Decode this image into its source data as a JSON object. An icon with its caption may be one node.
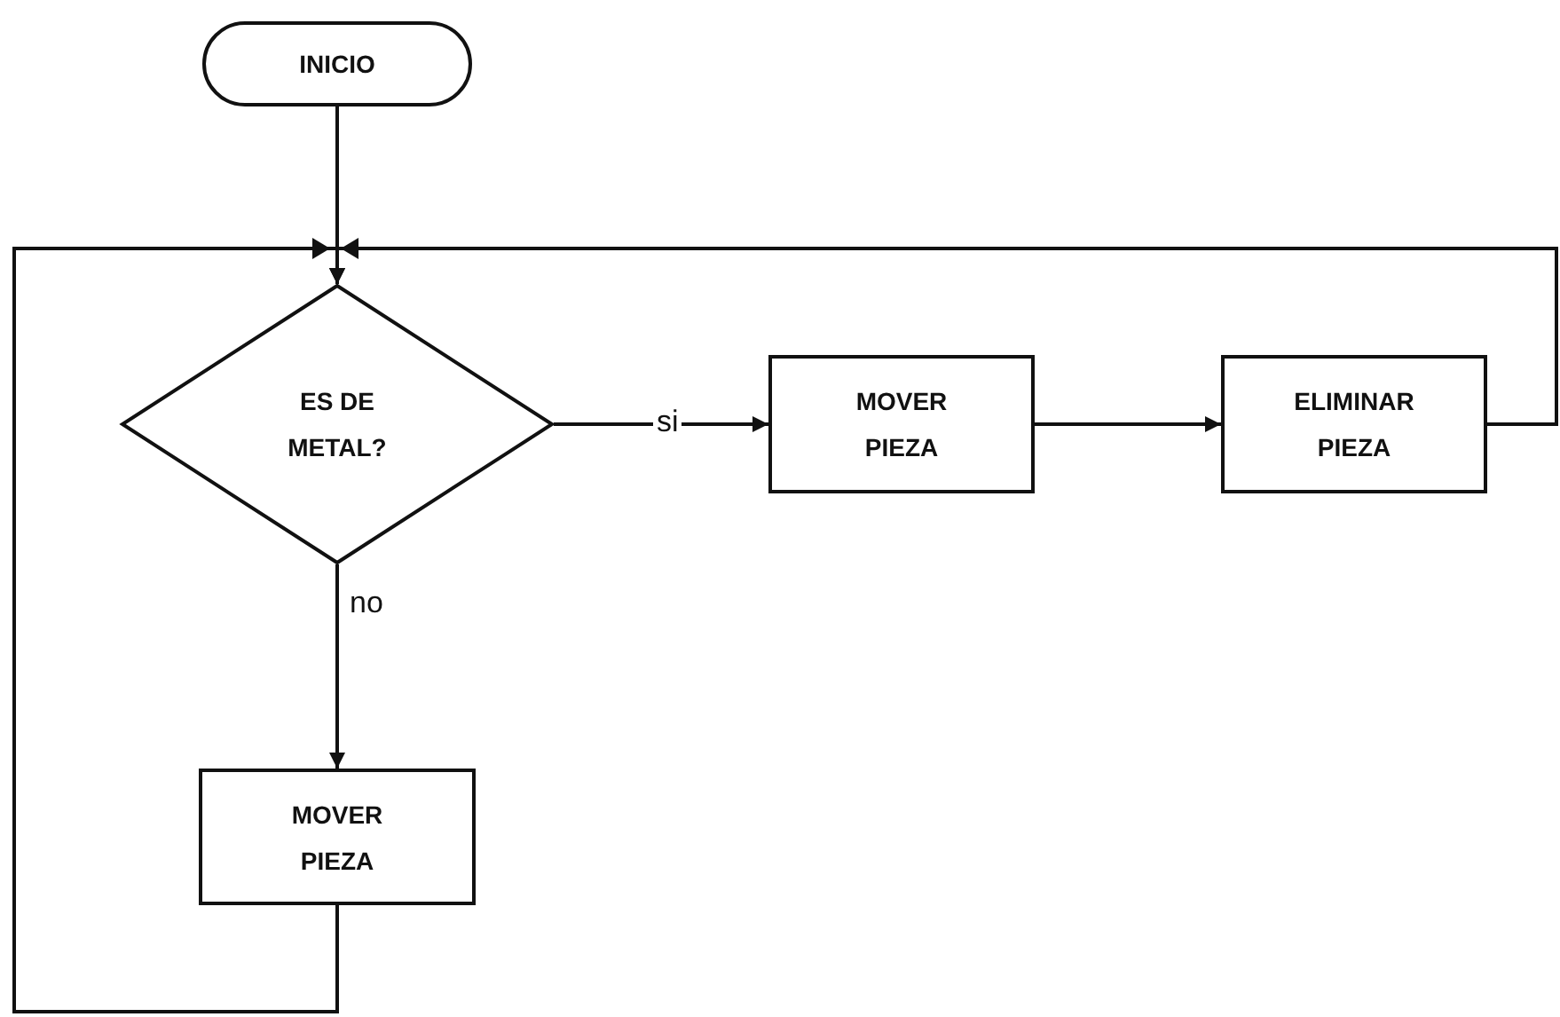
{
  "diagram": {
    "nodes": [
      {
        "text": [
          "INICIO"
        ]
      },
      {
        "text": [
          "ES DE METAL?"
        ]
      },
      {
        "text": [
          "MOVER PIEZA"
        ]
      },
      {
        "text": [
          "ELIMINAR PIEZA"
        ]
      },
      {
        "text": [
          "MOVER PIEZA"
        ]
      }
    ],
    "edges": [
      {
        "from": 0,
        "to": 1,
        "arrow": "to"
      },
      {
        "from": 1,
        "to": 2,
        "arrow": "to",
        "label": "si"
      },
      {
        "from": 2,
        "to": 3,
        "arrow": "to"
      },
      {
        "from": 3,
        "to": 1,
        "arrow": "to"
      },
      {
        "from": 1,
        "to": 4,
        "arrow": "to",
        "label": "no"
      },
      {
        "from": 4,
        "to": 1,
        "arrow": "to"
      }
    ]
  }
}
